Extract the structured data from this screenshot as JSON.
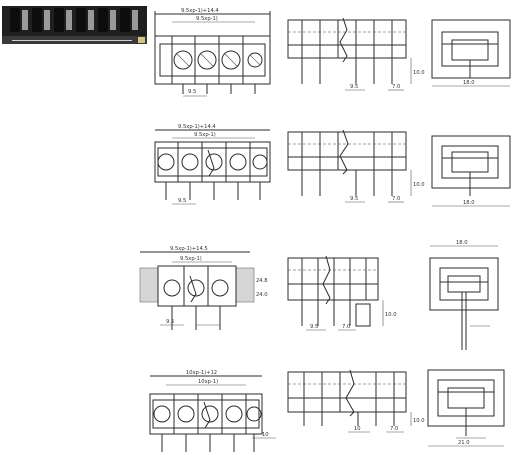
{
  "drawing": {
    "rows": [
      {
        "front_top_dim": "9.5xp-1)+14.4",
        "front_sub_dim": "9.5xp-1)",
        "pitch_dim": "9.5",
        "side_pitch_dim": "9.5",
        "side_pin_dim": "7.0",
        "side_height_dim": "10.0",
        "end_width_dim": "18.0"
      },
      {
        "front_top_dim": "9.5xp-1)+14.4",
        "front_sub_dim": "9.5xp-1)",
        "pitch_dim": "9.5",
        "side_pitch_dim": "9.5",
        "side_pin_dim": "7.0",
        "side_height_dim": "10.0",
        "end_width_dim": "18.0"
      },
      {
        "front_top_dim": "9.5xp-1)+14.5",
        "front_sub_dim": "9.5xp-1)",
        "pitch_dim": "9.5",
        "side_pitch_dim": "9.5",
        "side_pin_dim": "7.0",
        "side_height_dim": "10.0",
        "end_width_dim": "18.0",
        "ear_dim_a": "24.8",
        "ear_dim_b": "24.0"
      },
      {
        "front_top_dim": "10xp-1)+12",
        "front_sub_dim": "10xp-1)",
        "pitch_dim": "10",
        "side_pitch_dim": "10",
        "side_pin_dim": "7.0",
        "side_height_dim": "10.0",
        "end_width_dim": "21.0"
      }
    ]
  }
}
